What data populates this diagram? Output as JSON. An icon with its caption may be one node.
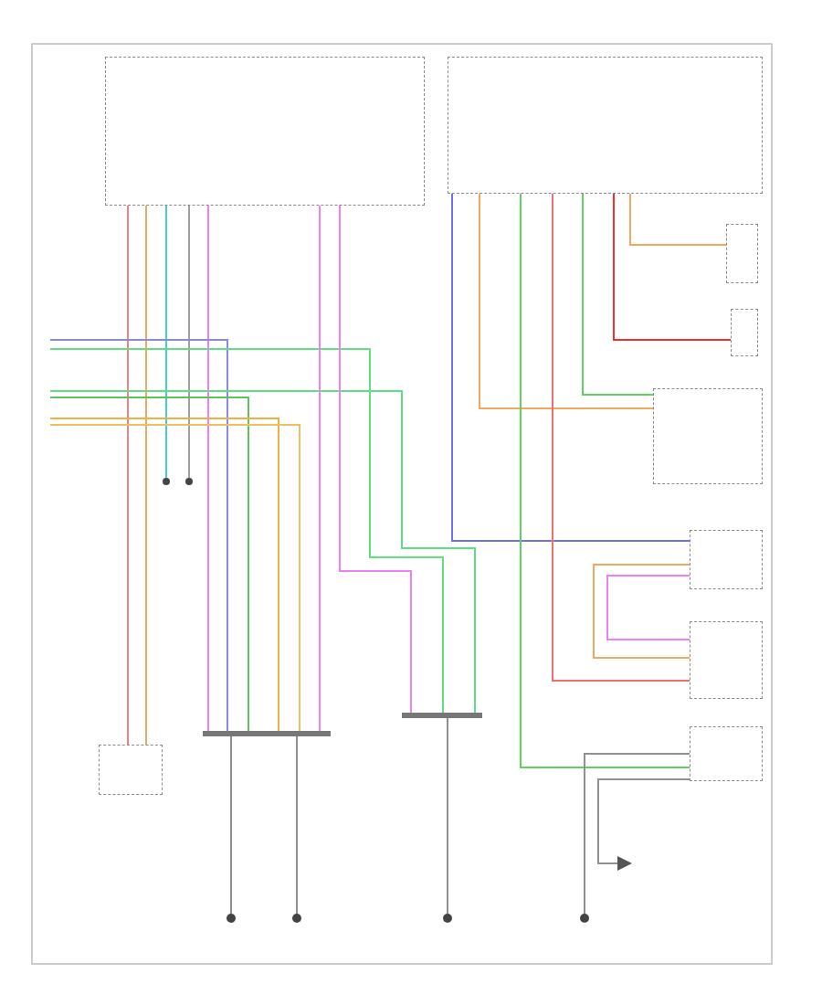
{
  "diagram": {
    "nodes": [
      {
        "text": [],
        "shape": "box"
      },
      {
        "text": [],
        "shape": "box"
      },
      {
        "text": [],
        "shape": "box"
      },
      {
        "text": [],
        "shape": "box"
      },
      {
        "text": [],
        "shape": "box"
      },
      {
        "text": [],
        "shape": "box"
      },
      {
        "text": [],
        "shape": "box"
      },
      {
        "text": [],
        "shape": "box"
      },
      {
        "text": [],
        "shape": "box"
      },
      {
        "text": [],
        "shape": "circle"
      },
      {
        "text": [],
        "shape": "circle"
      },
      {
        "text": [],
        "shape": "circle"
      },
      {
        "text": [],
        "shape": "circle"
      },
      {
        "text": [],
        "shape": "circle"
      },
      {
        "text": [],
        "shape": "circle"
      },
      {
        "text": [],
        "shape": "bar"
      },
      {
        "text": [],
        "shape": "bar"
      }
    ],
    "edges": [
      {
        "from": 0,
        "to": 8,
        "arrow": "none",
        "color": "#f28080"
      },
      {
        "from": 0,
        "to": 8,
        "arrow": "none",
        "color": "#f0a860"
      },
      {
        "from": 0,
        "to": 13,
        "arrow": "none",
        "color": "#40d0d0"
      },
      {
        "from": 0,
        "to": 14,
        "arrow": "none",
        "color": "#a0a0a0"
      },
      {
        "from": 0,
        "to": 15,
        "arrow": "none",
        "color": "#f080f0"
      },
      {
        "from": null,
        "to": 15,
        "arrow": "none",
        "color": "#8888ee"
      },
      {
        "from": null,
        "to": 16,
        "arrow": "none",
        "color": "#60e080"
      },
      {
        "from": null,
        "to": 16,
        "arrow": "none",
        "color": "#60e080"
      },
      {
        "from": null,
        "to": 15,
        "arrow": "none",
        "color": "#60c060"
      },
      {
        "from": null,
        "to": 15,
        "arrow": "none",
        "color": "#f0b040"
      },
      {
        "from": null,
        "to": 15,
        "arrow": "none",
        "color": "#f0c060"
      },
      {
        "from": 0,
        "to": 15,
        "arrow": "none",
        "color": "#f080f0"
      },
      {
        "from": 0,
        "to": 16,
        "arrow": "none",
        "color": "#f080f0"
      },
      {
        "from": 1,
        "to": 5,
        "arrow": "none",
        "color": "#7070f0"
      },
      {
        "from": 1,
        "to": 4,
        "arrow": "none",
        "color": "#f0a860"
      },
      {
        "from": 1,
        "to": 7,
        "arrow": "none",
        "color": "#60d060"
      },
      {
        "from": 1,
        "to": 6,
        "arrow": "none",
        "color": "#f07070"
      },
      {
        "from": 1,
        "to": 4,
        "arrow": "none",
        "color": "#60d060"
      },
      {
        "from": 1,
        "to": 3,
        "arrow": "none",
        "color": "#f03030"
      },
      {
        "from": 1,
        "to": 2,
        "arrow": "none",
        "color": "#f0a860"
      },
      {
        "from": 5,
        "to": 6,
        "arrow": "none",
        "color": "#f0a860"
      },
      {
        "from": 5,
        "to": 6,
        "arrow": "none",
        "color": "#f080f0"
      },
      {
        "from": 15,
        "to": 9,
        "arrow": "none",
        "color": "#909090"
      },
      {
        "from": 15,
        "to": 10,
        "arrow": "none",
        "color": "#909090"
      },
      {
        "from": 16,
        "to": 11,
        "arrow": "none",
        "color": "#909090"
      },
      {
        "from": 7,
        "to": 12,
        "arrow": "none",
        "color": "#909090"
      },
      {
        "from": 7,
        "to": null,
        "arrow": "to",
        "color": "#909090"
      }
    ]
  }
}
